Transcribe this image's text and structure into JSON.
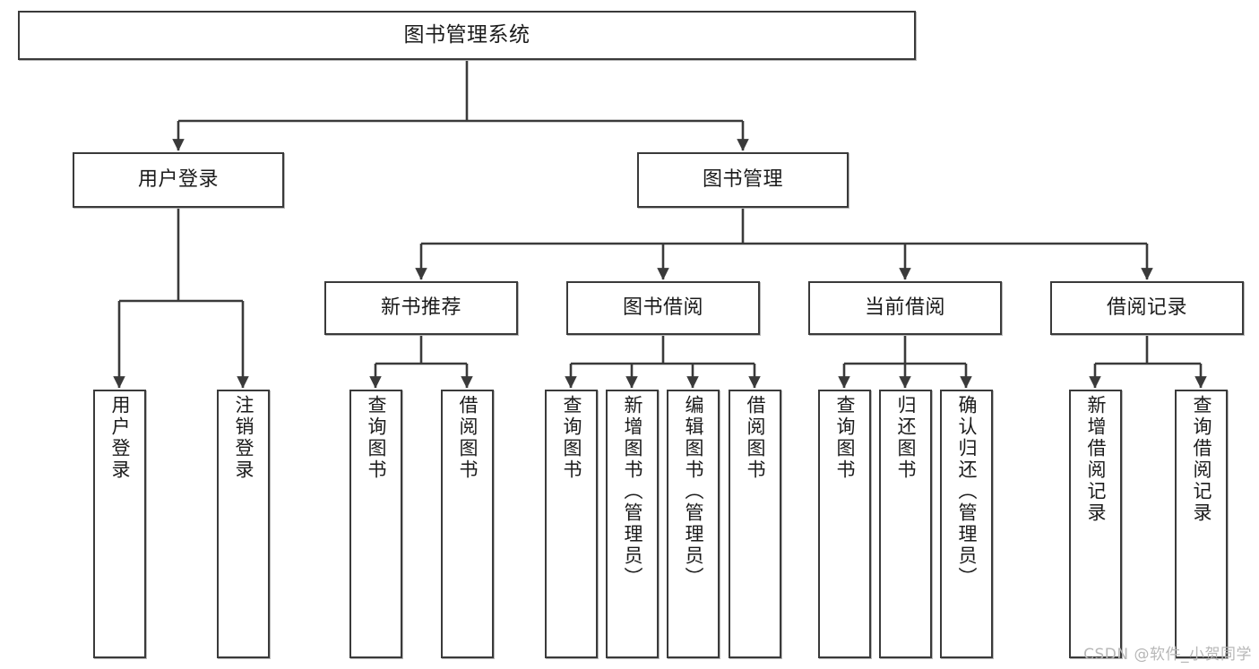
{
  "diagram": {
    "type": "tree",
    "title": "图书管理系统",
    "watermark": "CSDN @软件_小贺同学",
    "colors": {
      "box_border": "#3a3a3a",
      "box_fill": "#ffffff",
      "edge": "#3a3a3a",
      "text": "#1b1b1b",
      "watermark": "#b7b7b7"
    },
    "nodes": {
      "root": {
        "label": "图书管理系统"
      },
      "level2": [
        {
          "id": "user-login",
          "label": "用户登录"
        },
        {
          "id": "book-manage",
          "label": "图书管理"
        }
      ],
      "level3": [
        {
          "id": "new-book-rec",
          "label": "新书推荐"
        },
        {
          "id": "book-borrow",
          "label": "图书借阅"
        },
        {
          "id": "current-borrow",
          "label": "当前借阅"
        },
        {
          "id": "borrow-record",
          "label": "借阅记录"
        }
      ],
      "leaves": {
        "user-login": [
          {
            "id": "leaf-user-login",
            "label": "用户登录"
          },
          {
            "id": "leaf-logout",
            "label": "注销登录"
          }
        ],
        "new-book-rec": [
          {
            "id": "leaf-query-book-1",
            "label": "查询图书"
          },
          {
            "id": "leaf-borrow-book-1",
            "label": "借阅图书"
          }
        ],
        "book-borrow": [
          {
            "id": "leaf-query-book-2",
            "label": "查询图书"
          },
          {
            "id": "leaf-add-book",
            "label": "新增图书（管理员）"
          },
          {
            "id": "leaf-edit-book",
            "label": "编辑图书（管理员）"
          },
          {
            "id": "leaf-borrow-book-2",
            "label": "借阅图书"
          }
        ],
        "current-borrow": [
          {
            "id": "leaf-query-book-3",
            "label": "查询图书"
          },
          {
            "id": "leaf-return-book",
            "label": "归还图书"
          },
          {
            "id": "leaf-confirm-return",
            "label": "确认归还（管理员）"
          }
        ],
        "borrow-record": [
          {
            "id": "leaf-add-record",
            "label": "新增借阅记录"
          },
          {
            "id": "leaf-query-record",
            "label": "查询借阅记录"
          }
        ]
      }
    }
  }
}
